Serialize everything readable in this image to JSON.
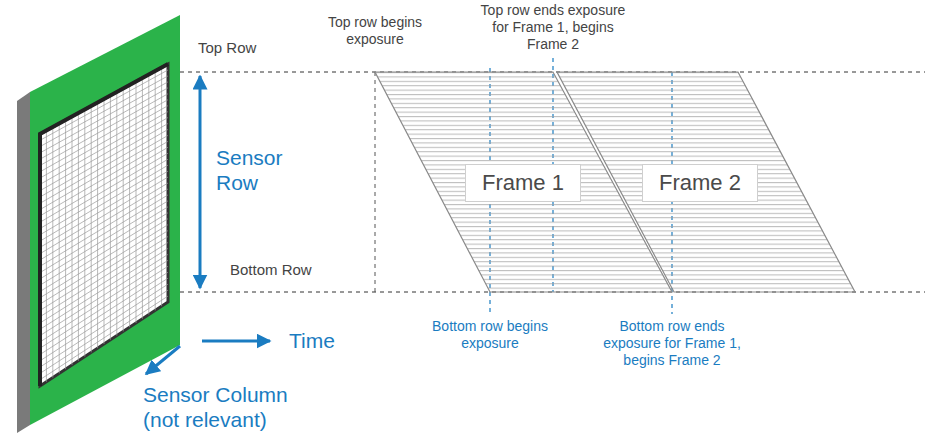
{
  "diagram": {
    "nodes": [
      {
        "text": [
          "Frame 1"
        ]
      },
      {
        "text": [
          "Frame 2"
        ]
      }
    ],
    "labels": [
      "Top row begins exposure",
      "Top row ends exposure for Frame 1, begins Frame 2",
      "Top Row",
      "Sensor Row",
      "Bottom Row",
      "Bottom row begins exposure",
      "Bottom row ends exposure for Frame 1, begins Frame 2",
      "Time",
      "Sensor Column (not relevant)"
    ]
  }
}
